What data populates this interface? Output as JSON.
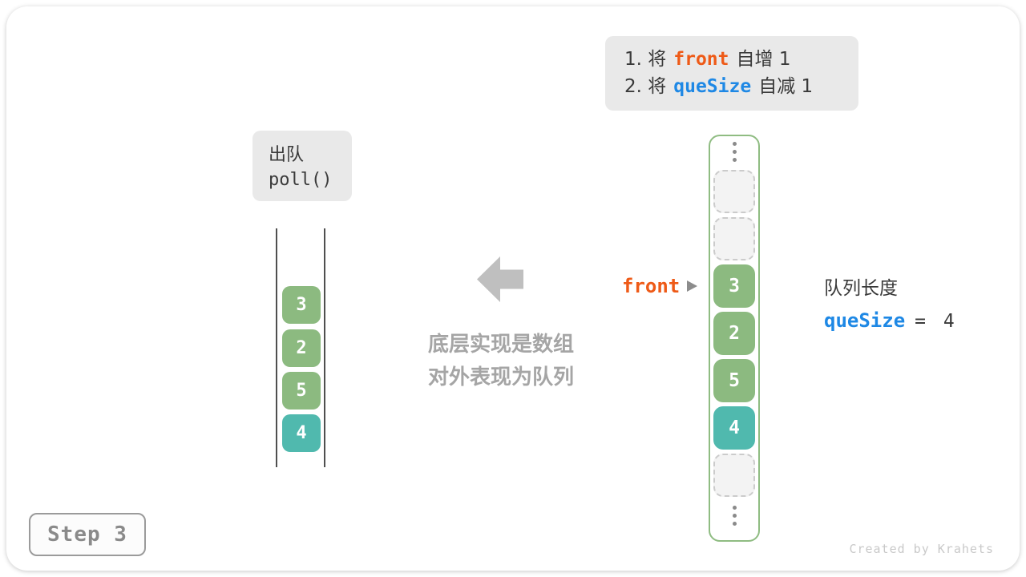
{
  "instruction_box": {
    "line1_prefix": "1. 将",
    "line1_keyword": "front",
    "line1_suffix": "自增 1",
    "line2_prefix": "2. 将",
    "line2_keyword": "queSize",
    "line2_suffix": "自减 1"
  },
  "operation_box": {
    "title": "出队",
    "method": "poll()"
  },
  "queue_view": {
    "values": [
      "3",
      "2",
      "5",
      "4"
    ],
    "cell_colors": [
      "#8CBA80",
      "#8CBA80",
      "#8CBA80",
      "#50B9AE"
    ]
  },
  "center_note": {
    "line1": "底层实现是数组",
    "line2": "对外表现为队列"
  },
  "front_pointer": {
    "label": "front"
  },
  "array_view": {
    "slots": [
      {
        "kind": "ellipsis"
      },
      {
        "kind": "empty"
      },
      {
        "kind": "empty"
      },
      {
        "kind": "value",
        "value": "3",
        "color": "#8CBA80"
      },
      {
        "kind": "value",
        "value": "2",
        "color": "#8CBA80"
      },
      {
        "kind": "value",
        "value": "5",
        "color": "#8CBA80"
      },
      {
        "kind": "value",
        "value": "4",
        "color": "#50B9AE"
      },
      {
        "kind": "empty"
      },
      {
        "kind": "ellipsis"
      }
    ]
  },
  "queue_length": {
    "caption": "队列长度",
    "variable": "queSize",
    "equation_rest": "= 4"
  },
  "step_badge": {
    "label": "Step 3"
  },
  "credit": {
    "text": "Created by Krahets"
  },
  "colors": {
    "keyword_orange": "#EE5A17",
    "keyword_blue": "#1E88E5",
    "cell_green": "#8CBA80",
    "cell_teal": "#50B9AE",
    "array_border_green": "#8FBC82",
    "box_gray": "#E9E9E9",
    "note_gray": "#A5A5A5",
    "arrow_gray": "#BFBFBF",
    "text_dark": "#3A3A3A",
    "rail_dark": "#4F4F4F"
  }
}
